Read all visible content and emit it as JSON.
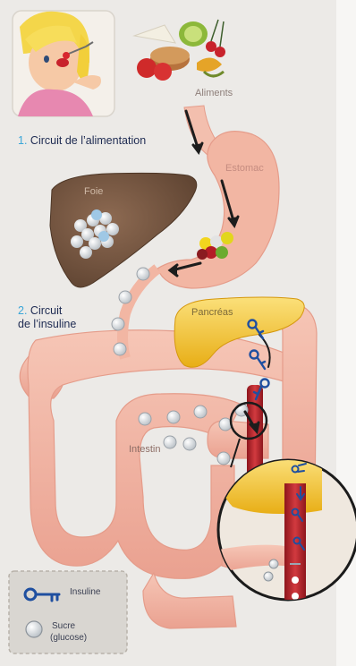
{
  "labels": {
    "aliments": "Aliments",
    "estomac": "Estomac",
    "foie": "Foie",
    "pancreas": "Pancréas",
    "intestin": "Intestin"
  },
  "steps": [
    {
      "number": "1.",
      "line1": "Circuit de l’alimentation",
      "line2": ""
    },
    {
      "number": "2.",
      "line1": "Circuit",
      "line2": "de l’insuline"
    }
  ],
  "legend": {
    "insuline": "Insuline",
    "sucre": "Sucre",
    "glucose": "(glucose)"
  },
  "icons": [
    "key-icon",
    "sugar-bead-icon",
    "fork-icon"
  ],
  "colors": {
    "background": "#eceae7",
    "digestive": "#f2b9a8",
    "liver": "#7a5a44",
    "pancreas": "#f2c22a",
    "blood_vessel": "#b8232b",
    "insulin_key": "#1f4fa0",
    "text_blue": "#1e2b52",
    "number_blue": "#3aa6d8"
  }
}
